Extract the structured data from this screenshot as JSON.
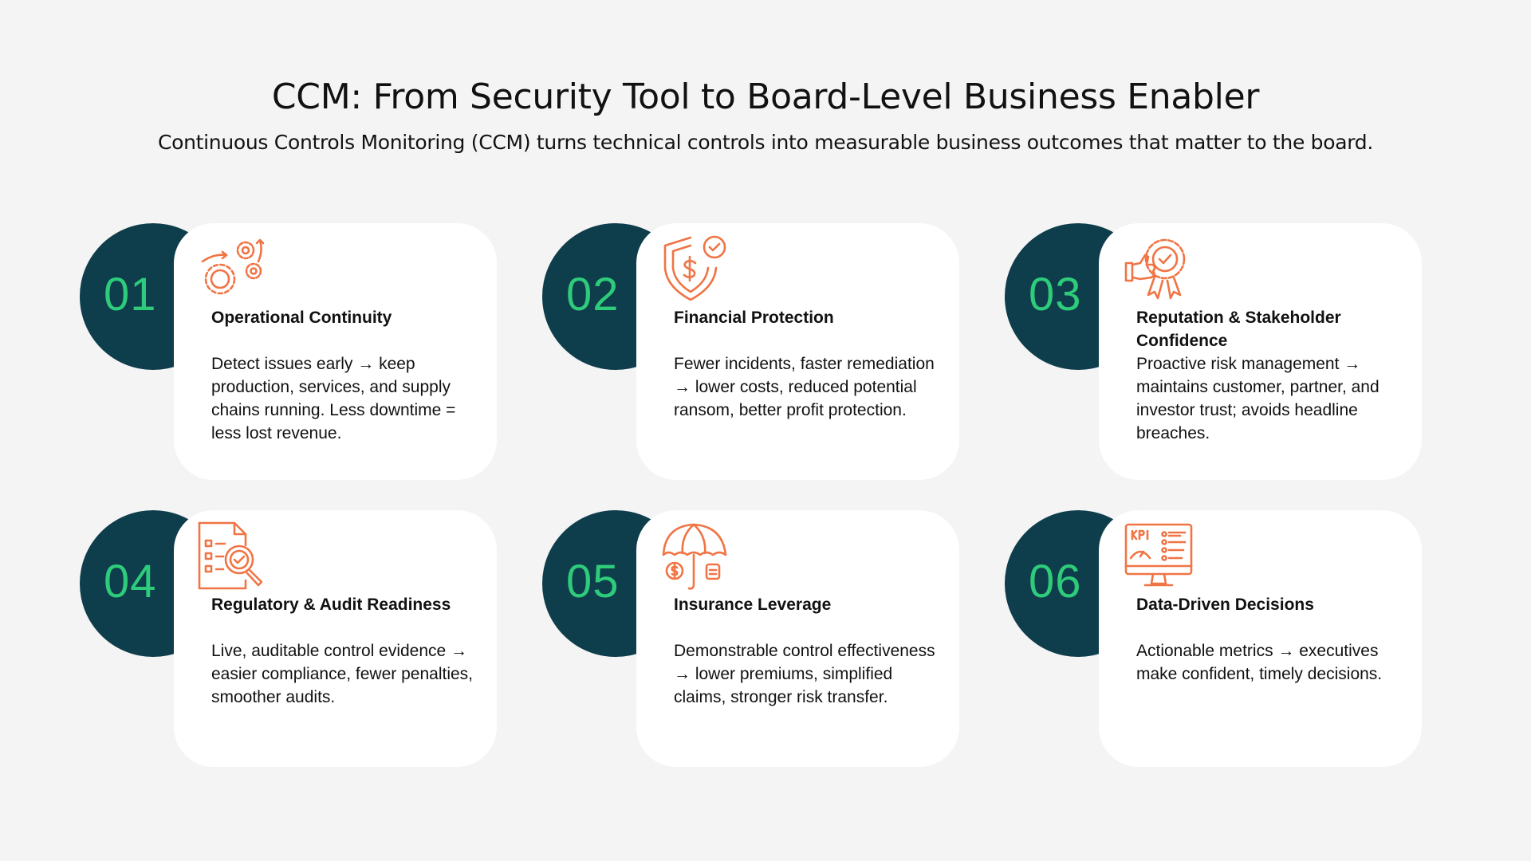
{
  "header": {
    "title": "CCM: From Security Tool to Board-Level Business Enabler",
    "subtitle": "Continuous Controls Monitoring (CCM) turns technical controls into measurable business outcomes that matter to the board."
  },
  "colors": {
    "background": "#f4f4f4",
    "circle": "#0e3d4c",
    "number": "#2ecc7a",
    "icon": "#f07444",
    "card": "#ffffff"
  },
  "items": [
    {
      "number": "01",
      "icon": "gears-icon",
      "title": "Operational Continuity",
      "text": "Detect issues early → keep production, services, and supply chains running. Less downtime = less lost revenue."
    },
    {
      "number": "02",
      "icon": "shield-dollar-icon",
      "title": "Financial Protection",
      "text": "Fewer incidents, faster remediation → lower costs, reduced potential ransom, better profit protection."
    },
    {
      "number": "03",
      "icon": "thumbs-up-badge-icon",
      "title": "Reputation & Stakeholder Confidence",
      "text": "Proactive risk management → maintains customer, partner, and investor trust; avoids headline breaches."
    },
    {
      "number": "04",
      "icon": "audit-checklist-icon",
      "title": "Regulatory & Audit Readiness",
      "text": "Live, auditable control evidence → easier compliance, fewer penalties, smoother audits."
    },
    {
      "number": "05",
      "icon": "umbrella-icon",
      "title": "Insurance Leverage",
      "text": "Demonstrable control effectiveness → lower premiums, simplified claims, stronger risk transfer."
    },
    {
      "number": "06",
      "icon": "kpi-dashboard-icon",
      "title": "Data-Driven Decisions",
      "text": "Actionable metrics → executives make confident, timely decisions."
    }
  ]
}
